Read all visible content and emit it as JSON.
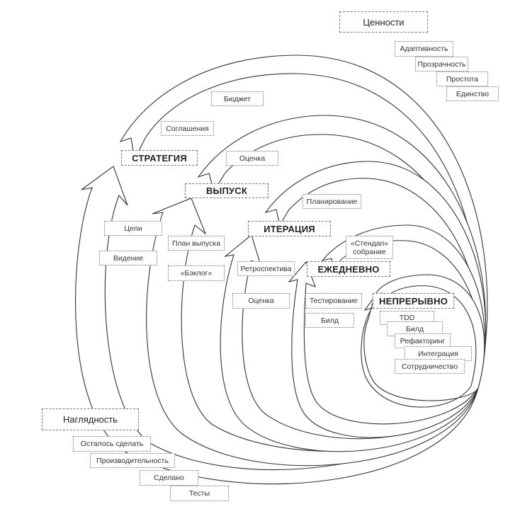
{
  "values_group": {
    "title": "Ценности",
    "items": [
      "Адаптивность",
      "Прозрачность",
      "Простота",
      "Единство"
    ]
  },
  "visibility_group": {
    "title": "Наглядность",
    "items": [
      "Осталось сделать",
      "Производительность",
      "Сделано",
      "Тесты"
    ]
  },
  "levels": {
    "strategy": {
      "label": "СТРАТЕГИЯ",
      "outputs": [
        "Бюджет",
        "Соглашения"
      ],
      "inputs": [
        "Цели",
        "Видение"
      ]
    },
    "release": {
      "label": "ВЫПУСК",
      "outputs": [
        "Оценка"
      ],
      "inputs": [
        "План выпуска",
        "«Бэклог»"
      ]
    },
    "iteration": {
      "label": "ИТЕРАЦИЯ",
      "outputs": [
        "Планирование"
      ],
      "inputs": [
        "Ретроспектива",
        "Оценка"
      ]
    },
    "daily": {
      "label": "ЕЖЕДНЕВНО",
      "outputs": [
        "«Стендап» собрание"
      ],
      "inputs": [
        "Тестирование",
        "Билд"
      ]
    },
    "continuous": {
      "label": "НЕПРЕРЫВНО",
      "items": [
        "TDD",
        "Билд",
        "Рефакторинг",
        "Интеграция",
        "Сотрудничество"
      ]
    }
  }
}
